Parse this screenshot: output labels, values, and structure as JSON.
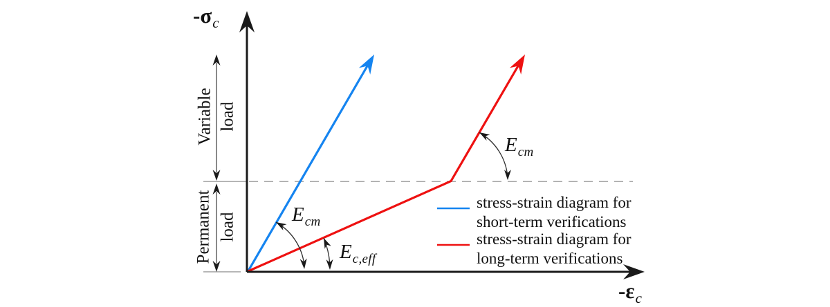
{
  "colors": {
    "blue": "#1584f0",
    "red": "#ee1111",
    "axis": "#1a1a1a",
    "dashed_gray": "#9a9a9a",
    "tick_gray": "#8a8a8a",
    "dim_gray": "#3c3c3c",
    "arc": "#2e2e2e"
  },
  "axes": {
    "y_base": "-σ",
    "y_sub": "c",
    "x_base": "-ε",
    "x_sub": "c"
  },
  "load_dimensions": {
    "variable": {
      "word1": "Variable",
      "word2": "load"
    },
    "permanent": {
      "word1": "Permanent",
      "word2": "load"
    }
  },
  "modulus_labels": {
    "ecm_short": {
      "base": "E",
      "sub": "cm"
    },
    "ec_eff": {
      "base": "E",
      "sub": "c,eff"
    },
    "ecm_long": {
      "base": "E",
      "sub": "cm"
    }
  },
  "legend": {
    "items": [
      {
        "color": "#1584f0",
        "line1": "stress-strain diagram for",
        "line2": "short-term verifications"
      },
      {
        "color": "#ee1111",
        "line1": "stress-strain diagram for",
        "line2": "long-term verifications"
      }
    ]
  }
}
